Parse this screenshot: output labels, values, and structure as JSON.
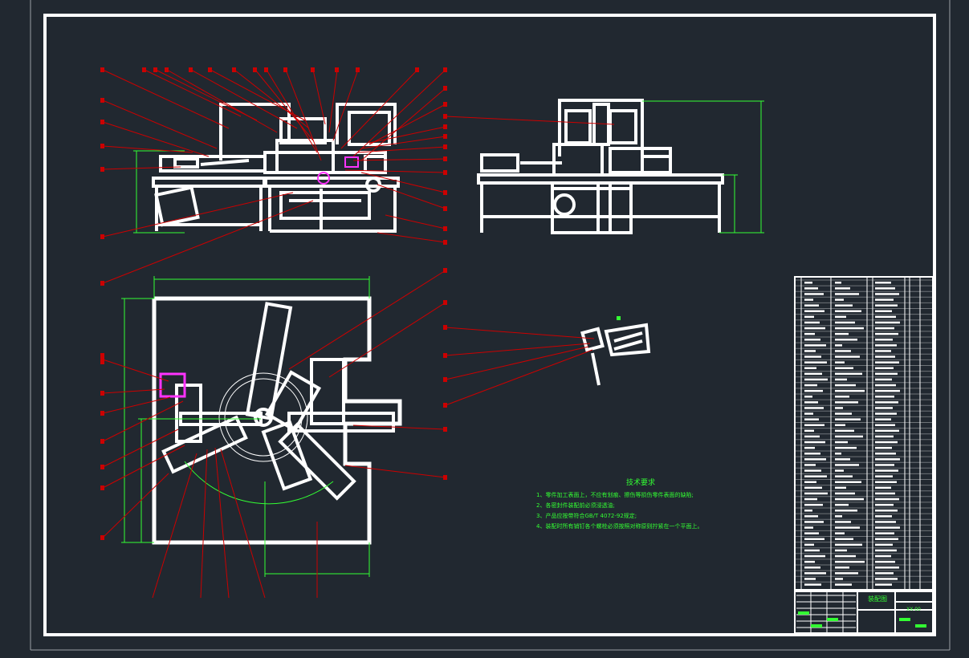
{
  "drawing": {
    "background_color": "#212830",
    "frame_color": "#ffffff",
    "leader_color": "#cc0000",
    "dimension_color": "#33ff33",
    "highlight_color": "#ff33ff"
  },
  "technical_requirements": {
    "title": "技术要求",
    "items": [
      "1、零件加工表面上，不应有划痕、擦伤等损伤零件表面的缺陷;",
      "2、各密封件装配前必须浸透油;",
      "3、产品应按带符合GB/T 4072-92规定;",
      "4、装配时所有销钉各个螺栓必须按照对称原则拧紧在一个平面上。"
    ]
  },
  "title_block": {
    "drawing_title": "装配图",
    "drawing_number": "XX-00"
  }
}
